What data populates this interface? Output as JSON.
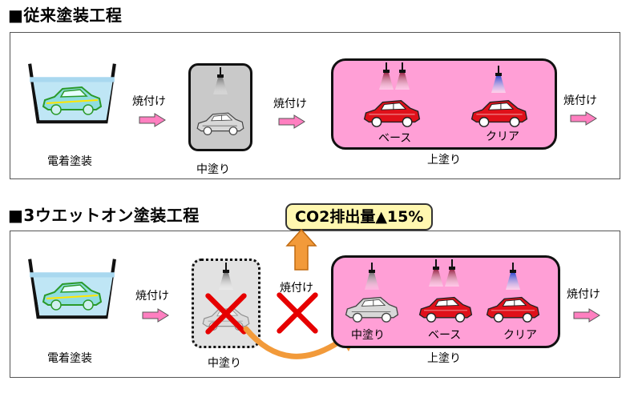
{
  "conventional": {
    "title": "■従来塗装工程",
    "edp_label": "電着塗装",
    "bake1": "焼付け",
    "mid_label": "中塗り",
    "bake2": "焼付け",
    "base_label": "ベース",
    "clear_label": "クリア",
    "top_label": "上塗り",
    "bake3": "焼付け"
  },
  "three_wet": {
    "title": "■3ウエットオン塗装工程",
    "co2_label": "CO2排出量▲15%",
    "edp_label": "電着塗装",
    "bake1": "焼付け",
    "removed_mid_label": "中塗り",
    "removed_bake_label": "焼付け",
    "mid_label": "中塗り",
    "base_label": "ベース",
    "clear_label": "クリア",
    "top_label": "上塗り",
    "bake3": "焼付け"
  },
  "colors": {
    "booth_pink": "#ff9fd6",
    "booth_gray": "#c9c9c9",
    "arrow_pink": "#ff7fc0",
    "car_red": "#e0101a",
    "x_red": "#e60000",
    "orange_arrow": "#f29a3a"
  }
}
